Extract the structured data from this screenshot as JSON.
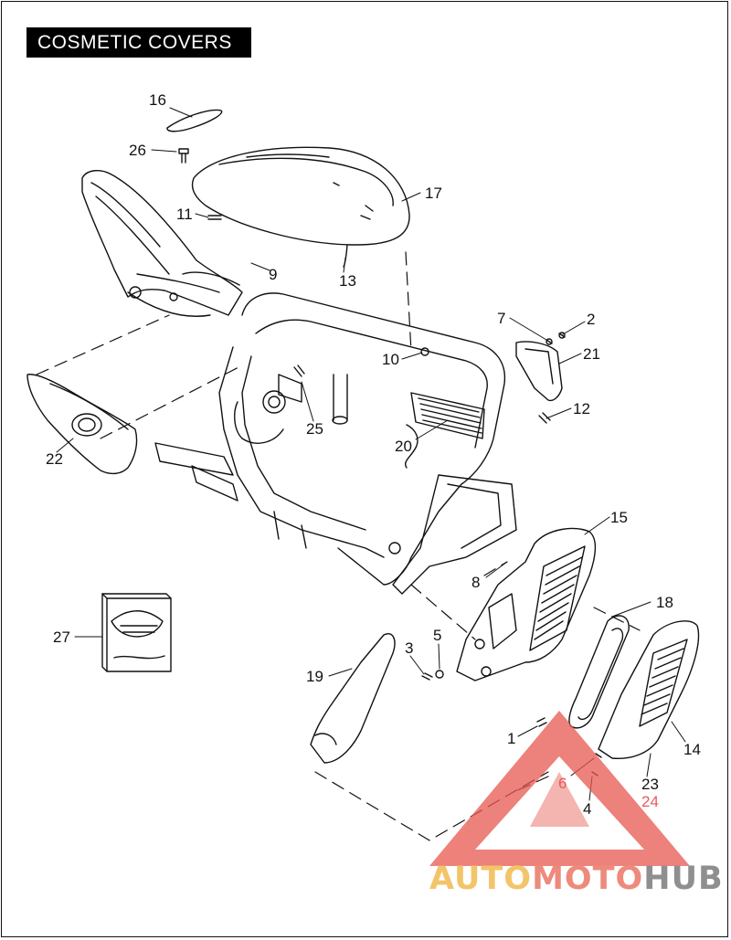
{
  "title": "COSMETIC COVERS",
  "callouts": [
    {
      "id": "c16",
      "label": "16"
    },
    {
      "id": "c26",
      "label": "26"
    },
    {
      "id": "c17",
      "label": "17"
    },
    {
      "id": "c11",
      "label": "11"
    },
    {
      "id": "c9",
      "label": "9"
    },
    {
      "id": "c13",
      "label": "13"
    },
    {
      "id": "c7",
      "label": "7"
    },
    {
      "id": "c2",
      "label": "2"
    },
    {
      "id": "c10",
      "label": "10"
    },
    {
      "id": "c21",
      "label": "21"
    },
    {
      "id": "c12",
      "label": "12"
    },
    {
      "id": "c25",
      "label": "25"
    },
    {
      "id": "c20",
      "label": "20"
    },
    {
      "id": "c22",
      "label": "22"
    },
    {
      "id": "c15",
      "label": "15"
    },
    {
      "id": "c8",
      "label": "8"
    },
    {
      "id": "c18",
      "label": "18"
    },
    {
      "id": "c27",
      "label": "27"
    },
    {
      "id": "c3",
      "label": "3"
    },
    {
      "id": "c5",
      "label": "5"
    },
    {
      "id": "c19",
      "label": "19"
    },
    {
      "id": "c14",
      "label": "14"
    },
    {
      "id": "c1",
      "label": "1"
    },
    {
      "id": "c6",
      "label": "6"
    },
    {
      "id": "c23",
      "label": "23"
    },
    {
      "id": "c24",
      "label": "24"
    },
    {
      "id": "c4",
      "label": "4"
    }
  ],
  "watermark": {
    "part1": "AUTO",
    "part2": "MOTO",
    "part3": "HUB"
  },
  "colors": {
    "line": "#111111",
    "watermark_red": "#e8584f",
    "watermark_yellow": "#f3c46a",
    "watermark_gray": "#8f8f8f"
  }
}
